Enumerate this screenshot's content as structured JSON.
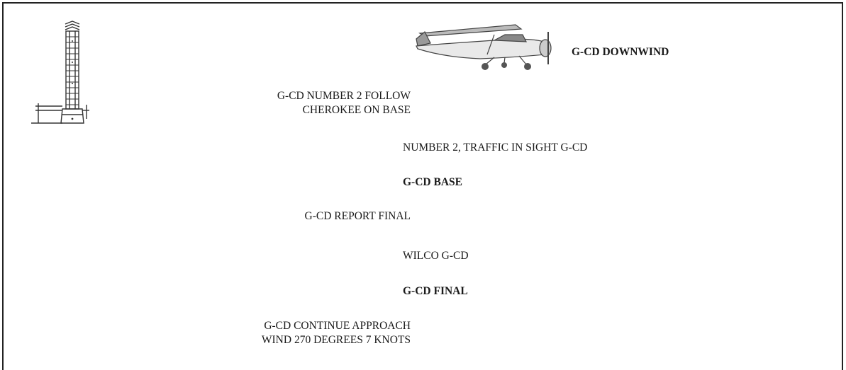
{
  "icons": {
    "tower": "control-tower-icon",
    "aircraft": "aircraft-icon"
  },
  "dialogue": {
    "pilot_downwind": "G-CD DOWNWIND",
    "atc_follow_line1": "G-CD NUMBER 2 FOLLOW",
    "atc_follow_line2": "CHEROKEE ON BASE",
    "pilot_traffic": "NUMBER 2, TRAFFIC IN SIGHT G-CD",
    "pilot_base": "G-CD BASE",
    "atc_report_final": "G-CD REPORT FINAL",
    "pilot_wilco": "WILCO G-CD",
    "pilot_final": "G-CD FINAL",
    "atc_continue_line1": "G-CD CONTINUE APPROACH",
    "atc_continue_line2": "WIND 270 DEGREES 7 KNOTS"
  }
}
